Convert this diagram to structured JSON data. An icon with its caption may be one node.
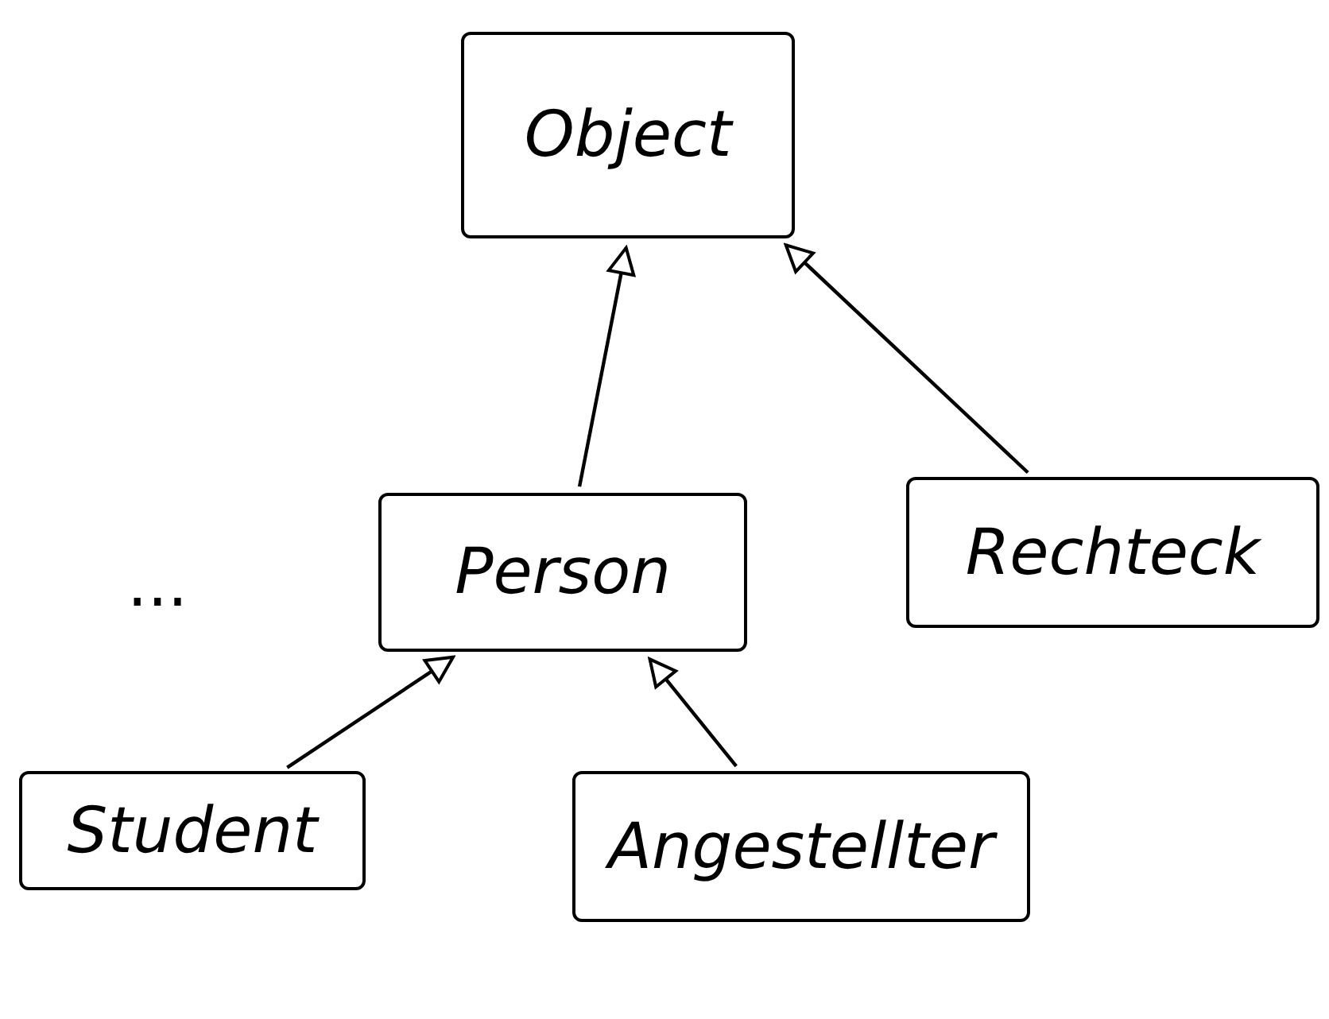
{
  "diagram": {
    "nodes": [
      {
        "text": [
          "Object"
        ]
      },
      {
        "text": [
          "Person"
        ]
      },
      {
        "text": [
          "Rechteck"
        ]
      },
      {
        "text": [
          "Student"
        ]
      },
      {
        "text": [
          "Angestellter"
        ]
      }
    ],
    "edges": [
      {
        "from": 1,
        "to": 0,
        "arrow": "to"
      },
      {
        "from": 2,
        "to": 0,
        "arrow": "to"
      },
      {
        "from": 3,
        "to": 1,
        "arrow": "to"
      },
      {
        "from": 4,
        "to": 1,
        "arrow": "to"
      }
    ],
    "labels": [
      "..."
    ]
  }
}
